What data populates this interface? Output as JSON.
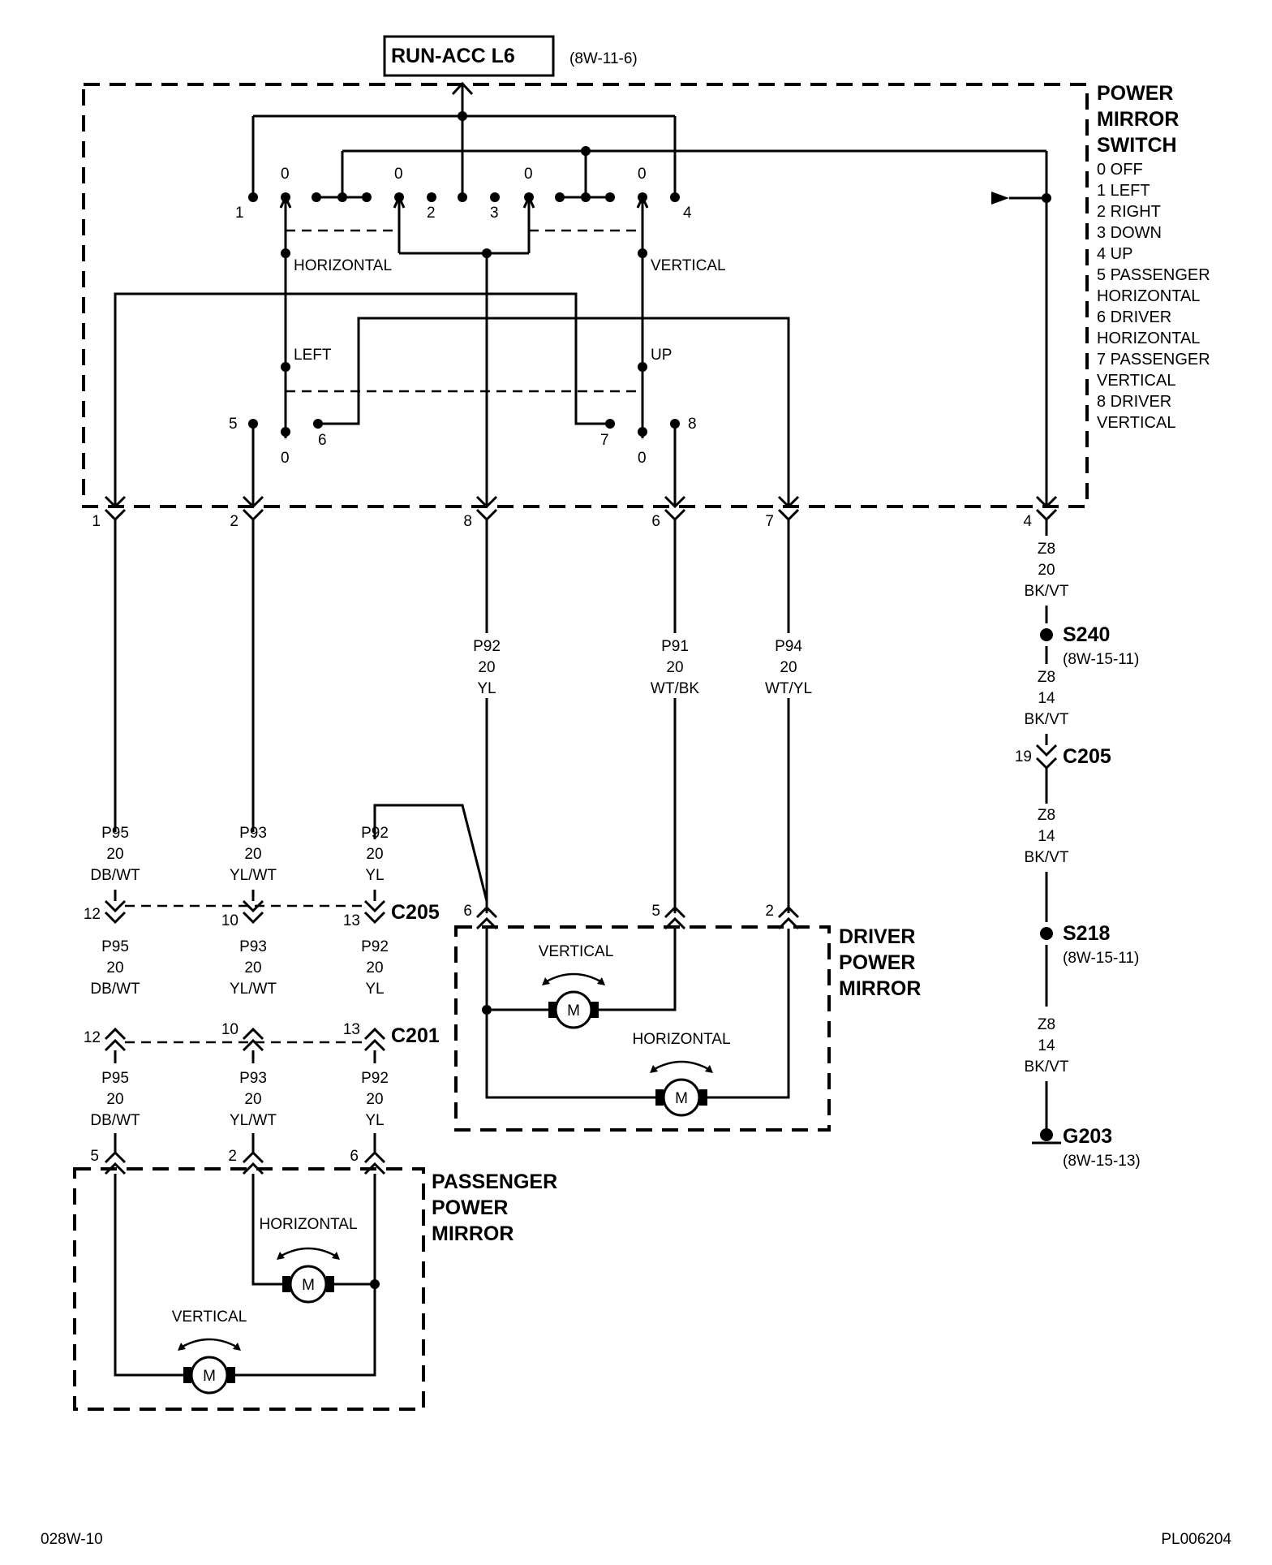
{
  "source": {
    "label": "RUN-ACC L6",
    "ref": "(8W-11-6)"
  },
  "switch": {
    "title": [
      "POWER",
      "MIRROR",
      "SWITCH"
    ],
    "legend": [
      "0 OFF",
      "1 LEFT",
      "2 RIGHT",
      "3 DOWN",
      "4 UP",
      "5 PASSENGER",
      "HORIZONTAL",
      "6 DRIVER",
      "HORIZONTAL",
      "7 PASSENGER",
      "VERTICAL",
      "8 DRIVER",
      "VERTICAL"
    ],
    "labels": {
      "horizontal": "HORIZONTAL",
      "vertical": "VERTICAL",
      "left": "LEFT",
      "up": "UP"
    },
    "contacts_top": [
      "1",
      "0",
      "0",
      "2",
      "3",
      "0",
      "0",
      "4"
    ],
    "contacts_bottom": [
      "5",
      "0",
      "6",
      "7",
      "0",
      "8"
    ],
    "pins": [
      "1",
      "2",
      "8",
      "6",
      "7",
      "4"
    ]
  },
  "wires": {
    "p92_top": [
      "P92",
      "20",
      "YL"
    ],
    "p91": [
      "P91",
      "20",
      "WT/BK"
    ],
    "p94": [
      "P94",
      "20",
      "WT/YL"
    ],
    "p95_a": [
      "P95",
      "20",
      "DB/WT"
    ],
    "p93_a": [
      "P93",
      "20",
      "YL/WT"
    ],
    "p92_a": [
      "P92",
      "20",
      "YL"
    ],
    "p95_b": [
      "P95",
      "20",
      "DB/WT"
    ],
    "p93_b": [
      "P93",
      "20",
      "YL/WT"
    ],
    "p92_b": [
      "P92",
      "20",
      "YL"
    ],
    "p95_c": [
      "P95",
      "20",
      "DB/WT"
    ],
    "p93_c": [
      "P93",
      "20",
      "YL/WT"
    ],
    "p92_c": [
      "P92",
      "20",
      "YL"
    ],
    "z8_a": [
      "Z8",
      "20",
      "BK/VT"
    ],
    "z8_b": [
      "Z8",
      "14",
      "BK/VT"
    ],
    "z8_c": [
      "Z8",
      "14",
      "BK/VT"
    ],
    "z8_d": [
      "Z8",
      "14",
      "BK/VT"
    ]
  },
  "connectors": {
    "c205_label": "C205",
    "c205_pins": [
      "12",
      "10",
      "13"
    ],
    "c201_label": "C201",
    "c201_pins": [
      "12",
      "10",
      "13"
    ],
    "c205_ground_pin": "19",
    "c205_ground_label": "C205"
  },
  "splices": {
    "s240": {
      "label": "S240",
      "ref": "(8W-15-11)"
    },
    "s218": {
      "label": "S218",
      "ref": "(8W-15-11)"
    },
    "g203": {
      "label": "G203",
      "ref": "(8W-15-13)"
    }
  },
  "driver_mirror": {
    "title": [
      "DRIVER",
      "POWER",
      "MIRROR"
    ],
    "pins": [
      "6",
      "5",
      "2"
    ],
    "vertical": "VERTICAL",
    "horizontal": "HORIZONTAL",
    "motor": "M"
  },
  "passenger_mirror": {
    "title": [
      "PASSENGER",
      "POWER",
      "MIRROR"
    ],
    "pins": [
      "5",
      "2",
      "6"
    ],
    "horizontal": "HORIZONTAL",
    "vertical": "VERTICAL",
    "motor": "M"
  },
  "footer": {
    "left": "028W-10",
    "right": "PL006204"
  }
}
